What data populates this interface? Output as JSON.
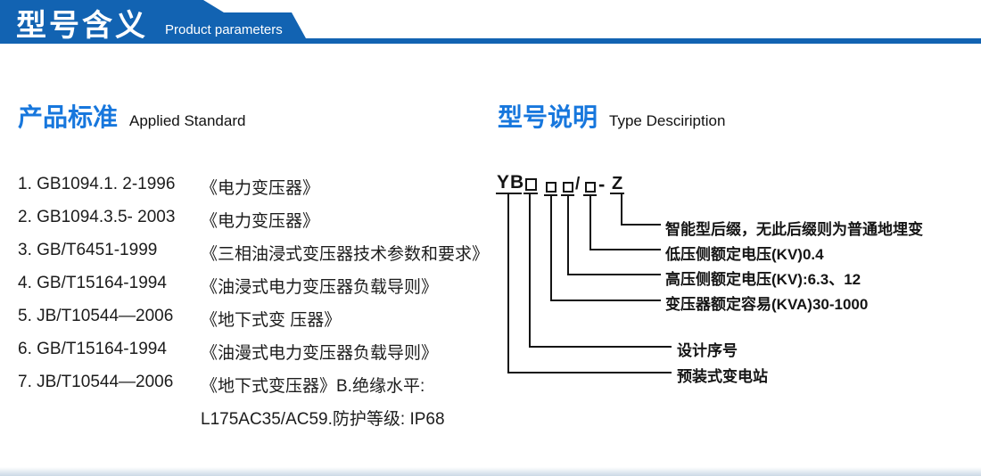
{
  "colors": {
    "header_blue": "#1263b2",
    "heading_blue": "#1777dd",
    "text_dark": "#1c1c1c"
  },
  "header": {
    "title": "型号含义",
    "subtitle": "Product parameters"
  },
  "standards": {
    "heading_zh": "产品标准",
    "heading_en": "Applied Standard",
    "items": [
      {
        "code": "1. GB1094.1. 2-1996",
        "title": "《电力变压器》"
      },
      {
        "code": "2. GB1094.3.5- 2003",
        "title": "《电力变压器》"
      },
      {
        "code": "3. GB/T6451-1999",
        "title": "《三相油浸式变压器技术参数和要求》"
      },
      {
        "code": "4. GB/T15164-1994",
        "title": "《油浸式电力变压器负载导则》"
      },
      {
        "code": "5. JB/T10544—2006",
        "title": "《地下式变 压器》"
      },
      {
        "code": "6. GB/T15164-1994",
        "title": "《油漫式电力变压器负载导则》"
      },
      {
        "code": "7. JB/T10544—2006",
        "title": "《地下式变压器》B.绝缘水平:"
      }
    ],
    "continuation": "L175AC35/AC59.防护等级: IP68"
  },
  "model": {
    "heading_zh": "型号说明",
    "heading_en": "Type Desciription",
    "code": {
      "prefix": "YB",
      "slash": "/",
      "dash": "-",
      "suffix": "Z"
    },
    "labels": [
      "智能型后缀，无此后缀则为普通地埋变",
      "低压侧额定电压(KV)0.4",
      "高压侧额定电压(KV):6.3、12",
      "变压器额定容易(KVA)30-1000",
      "设计序号",
      "预装式变电站"
    ]
  }
}
